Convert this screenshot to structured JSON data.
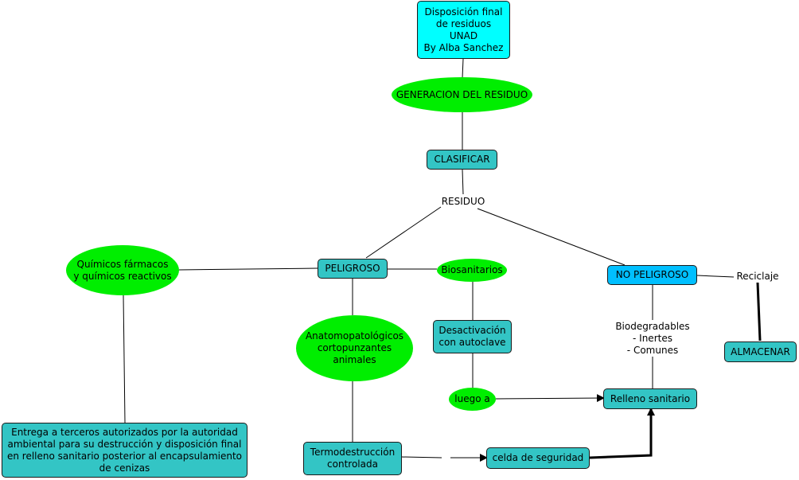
{
  "title": "Disposición final\nde residuos\nUNAD\nBy Alba Sanchez",
  "nodes": {
    "generacion": "GENERACION DEL RESIDUO",
    "clasificar": "CLASIFICAR",
    "residuo": "RESIDUO",
    "peligroso": "PELIGROSO",
    "no_peligroso": "NO PELIGROSO",
    "quimicos": "Químicos fármacos\ny químicos reactivos",
    "biosanitarios": "Biosanitarios",
    "anatomo": "Anatomopatológicos\ncortopunzantes\nanimales",
    "desactivacion": "Desactivación\ncon autoclave",
    "luego": "luego a",
    "relleno": "Relleno sanitario",
    "celda": "celda de seguridad",
    "termo": "Termodestrucción\ncontrolada",
    "entrega": "Entrega a terceros autorizados por la autoridad\nambiental para su destrucción y disposición final\nen relleno sanitario posterior al encapsulamiento\nde cenizas",
    "biodegradables": "Biodegradables\n- Inertes\n- Comunes",
    "reciclaje": "Reciclaje",
    "almacenar": "ALMACENAR"
  },
  "colors": {
    "teal": "#33c5c5",
    "cyan": "#00ffff",
    "blue": "#00bfff",
    "green": "#00ee00",
    "line": "#000000"
  }
}
